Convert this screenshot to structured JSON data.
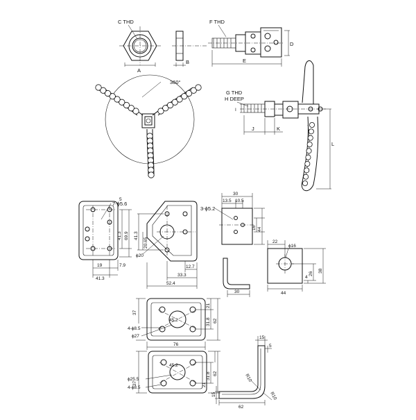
{
  "top": {
    "c_thd": "C THD",
    "f_thd": "F THD",
    "a": "A",
    "b": "B",
    "e": "E",
    "d": "D",
    "angle": "360°",
    "g_thd": "G THD",
    "h_deep": "H DEEP",
    "i": "I",
    "j": "J",
    "k": "K",
    "l": "L"
  },
  "plate1": {
    "holes": "7-ϕ5.6",
    "d5": "5",
    "d41_3v": "41.3",
    "d69_9": "69.9",
    "d41_3b": "41.3",
    "d19": "19",
    "d7_9": "7.9"
  },
  "plate2": {
    "d41_3": "41.3",
    "d20_65": "20.65",
    "phi20": "ϕ20",
    "d12_7": "12.7",
    "d33_3": "33.3",
    "d52_4": "52.4"
  },
  "plate3": {
    "holes": "3-ϕ5.2",
    "d30": "30",
    "d13_5": "13.5",
    "d10_5": "10.5",
    "d16": "16",
    "d44": "44",
    "d30b": "30"
  },
  "plate4": {
    "d22": "22",
    "phi16": "ϕ16",
    "d38": "38",
    "d26": "26",
    "d4": "4",
    "d44": "44"
  },
  "plate5": {
    "d37": "37",
    "d45_2": "45.2",
    "holes": "4-ϕ8.5",
    "phi27": "ϕ27",
    "d21": "21",
    "d31_8": "31.8",
    "d62": "62",
    "d76": "76"
  },
  "plate6": {
    "d37": "37",
    "d45_2": "45.2",
    "phi25_5": "ϕ25.5",
    "holes": "4-ϕ8.5",
    "d21": "21",
    "d31_8": "31.8",
    "d62v": "62",
    "d15": "15",
    "d62": "62"
  },
  "bracket": {
    "d15": "15",
    "d5": "5",
    "r10a": "R10",
    "r10b": "R10"
  }
}
